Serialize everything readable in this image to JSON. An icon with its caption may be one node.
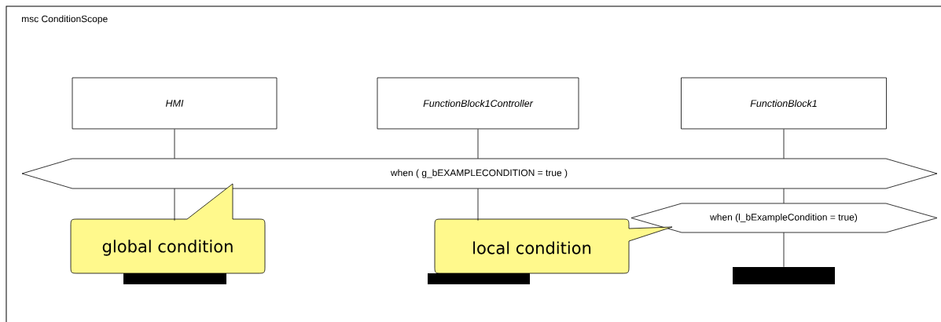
{
  "diagram": {
    "title": "msc ConditionScope",
    "nodes": [
      {
        "text": [
          "HMI"
        ]
      },
      {
        "text": [
          "FunctionBlock1Controller"
        ]
      },
      {
        "text": [
          "FunctionBlock1"
        ]
      },
      {
        "text": [
          "when ( g_bEXAMPLECONDITION = true )"
        ]
      },
      {
        "text": [
          "when (l_bExampleCondition = true)"
        ]
      },
      {
        "text": [
          "global condition"
        ]
      },
      {
        "text": [
          "local condition"
        ]
      },
      {
        "text": [],
        "shape": "bar"
      },
      {
        "text": [],
        "shape": "bar"
      },
      {
        "text": [],
        "shape": "bar"
      }
    ],
    "edges": [
      {
        "from": 0,
        "to": 3,
        "arrow": "none"
      },
      {
        "from": 3,
        "to": 5,
        "arrow": "none"
      },
      {
        "from": 1,
        "to": 3,
        "arrow": "none"
      },
      {
        "from": 3,
        "to": 6,
        "arrow": "none"
      },
      {
        "from": 2,
        "to": 3,
        "arrow": "none"
      },
      {
        "from": 3,
        "to": 4,
        "arrow": "none"
      },
      {
        "from": 4,
        "to": 9,
        "arrow": "none"
      }
    ]
  }
}
